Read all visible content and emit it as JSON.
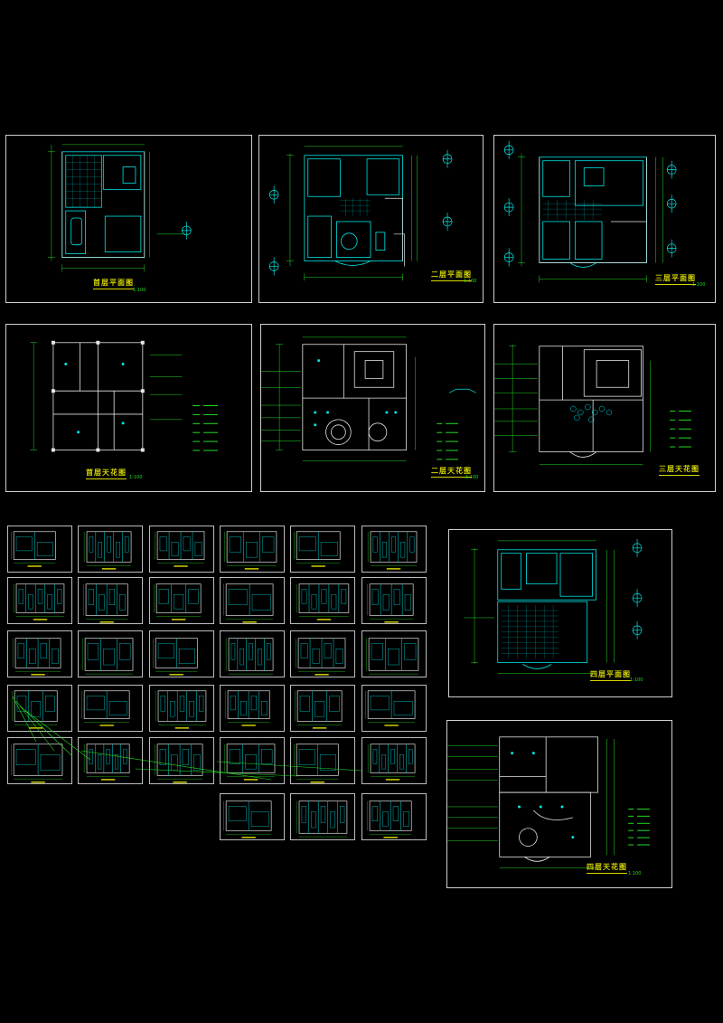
{
  "colors": {
    "background": "#000000",
    "cyan": "#00e6e6",
    "green": "#22dd22",
    "yellow": "#d8d800",
    "white": "#e6e6e6",
    "border": "#cfcfcf"
  },
  "sheets": {
    "first_floor_plan": {
      "title": "首层平面图",
      "scale": "1:100"
    },
    "second_floor_plan": {
      "title": "二层平面图",
      "scale": "1:100"
    },
    "third_floor_plan": {
      "title": "三层平面图",
      "scale": "1:100"
    },
    "first_floor_ceiling": {
      "title": "首层天花图",
      "scale": "1:100"
    },
    "second_floor_ceiling": {
      "title": "二层天花图",
      "scale": "1:100"
    },
    "third_floor_ceiling": {
      "title": "三层天花图",
      "scale": ""
    },
    "fourth_floor_plan": {
      "title": "四层平面图",
      "scale": "1:100"
    },
    "fourth_floor_ceiling": {
      "title": "四层天花图",
      "scale": "1:100"
    }
  },
  "elevation_thumbnails": {
    "rows": [
      6,
      6,
      6,
      6,
      6,
      3
    ]
  }
}
